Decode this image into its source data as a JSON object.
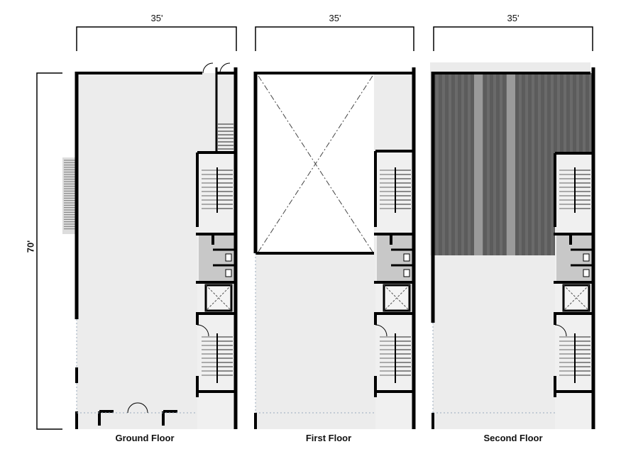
{
  "dimensions": {
    "width_label": "35'",
    "depth_label": "70'"
  },
  "floors": [
    {
      "label": "Ground Floor"
    },
    {
      "label": "First Floor"
    },
    {
      "label": "Second Floor"
    }
  ],
  "colors": {
    "wall": "#000000",
    "floor": "#ececec",
    "wet_area": "#c8c8c8",
    "roof_dark": "#5c5c5c",
    "roof_light": "#9a9a9a"
  }
}
